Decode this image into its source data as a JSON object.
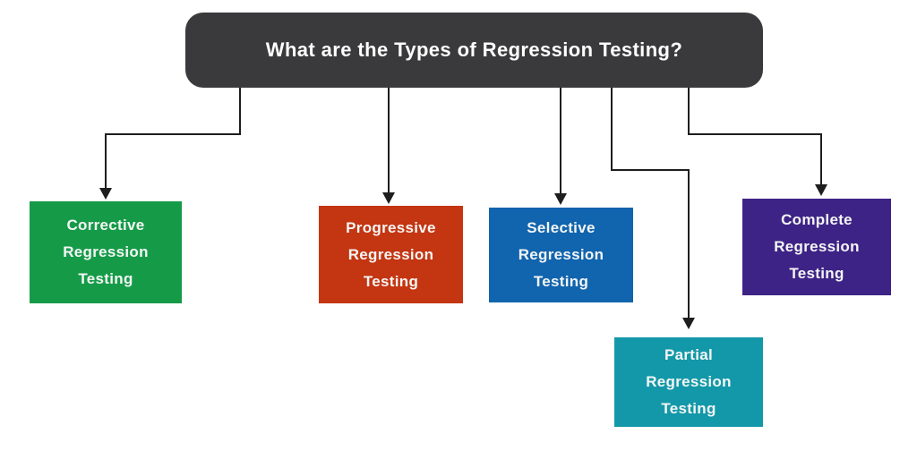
{
  "title": "What are the Types of Regression Testing?",
  "theme": {
    "background": "#ffffff",
    "header_bg": "#3a393b",
    "header_text": "#ffffff",
    "line_color": "#1e1e1e",
    "node_text": "#f4f6f5"
  },
  "nodes": [
    {
      "id": "corrective",
      "label": "Corrective\nRegression\nTesting",
      "color": "#159b48"
    },
    {
      "id": "progressive",
      "label": "Progressive\nRegression\nTesting",
      "color": "#c43511"
    },
    {
      "id": "selective",
      "label": "Selective\nRegression\nTesting",
      "color": "#1164ae"
    },
    {
      "id": "partial",
      "label": "Partial\nRegression\nTesting",
      "color": "#1398a9"
    },
    {
      "id": "complete",
      "label": "Complete\nRegression\nTesting",
      "color": "#3e2386"
    }
  ]
}
